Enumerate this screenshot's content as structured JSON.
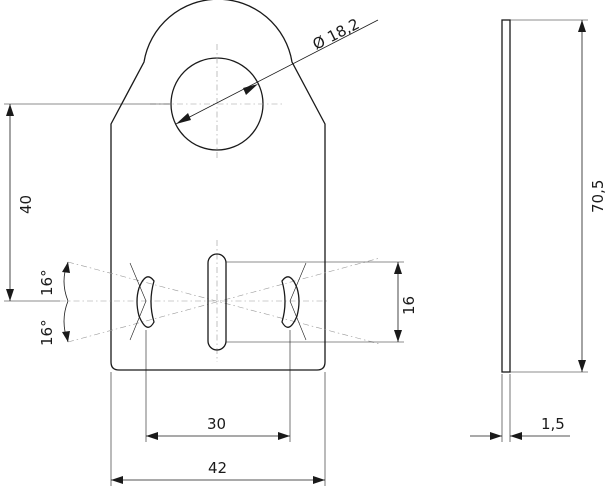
{
  "drawing": {
    "front_view": {
      "hole_diameter_label": "Ø 18,2",
      "hole_height_label": "40",
      "slot_angle_upper_label": "16°",
      "slot_angle_lower_label": "16°",
      "slot_length_label": "16",
      "slot_spacing_label": "30",
      "overall_width_label": "42"
    },
    "side_view": {
      "overall_height_label": "70,5",
      "thickness_label": "1,5"
    }
  }
}
